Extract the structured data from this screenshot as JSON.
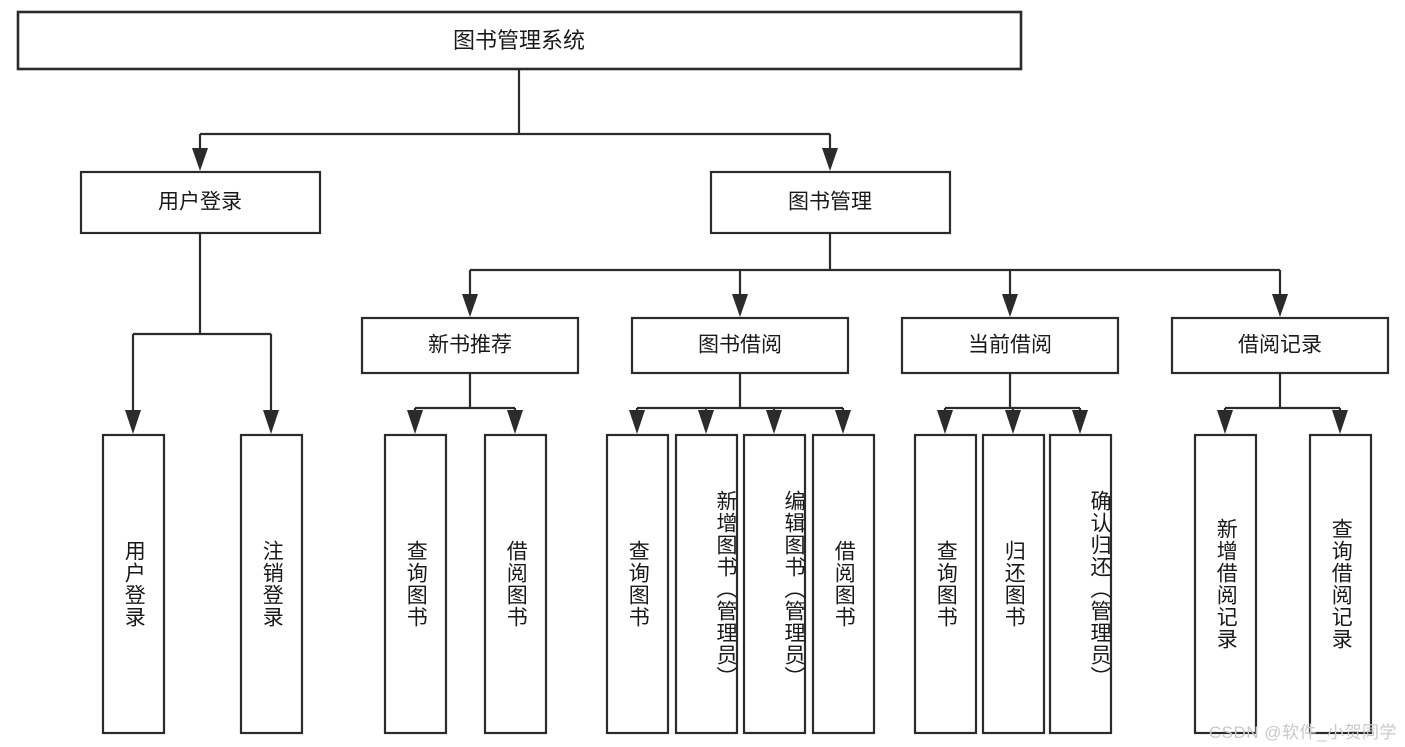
{
  "diagram": {
    "title": "图书管理系统",
    "type": "hierarchy-tree",
    "root": {
      "id": "root",
      "label": "图书管理系统",
      "orientation": "horizontal"
    },
    "level2": [
      {
        "id": "user-login",
        "label": "用户登录",
        "orientation": "horizontal"
      },
      {
        "id": "book-management",
        "label": "图书管理",
        "orientation": "horizontal"
      }
    ],
    "level3": [
      {
        "id": "new-book-recommend",
        "label": "新书推荐",
        "orientation": "horizontal",
        "parent": "book-management"
      },
      {
        "id": "book-borrow",
        "label": "图书借阅",
        "orientation": "horizontal",
        "parent": "book-management"
      },
      {
        "id": "current-borrow",
        "label": "当前借阅",
        "orientation": "horizontal",
        "parent": "book-management"
      },
      {
        "id": "borrow-record",
        "label": "借阅记录",
        "orientation": "horizontal",
        "parent": "book-management"
      }
    ],
    "leaves": {
      "user_login": [
        {
          "id": "leaf-user-login",
          "label": "用户登录"
        },
        {
          "id": "leaf-user-logout",
          "label": "注销登录"
        }
      ],
      "new_book_recommend": [
        {
          "id": "leaf-query-book-1",
          "label": "查询图书"
        },
        {
          "id": "leaf-borrow-book-1",
          "label": "借阅图书"
        }
      ],
      "book_borrow": [
        {
          "id": "leaf-query-book-2",
          "label": "查询图书"
        },
        {
          "id": "leaf-add-book",
          "label": "新增图书（管理员）"
        },
        {
          "id": "leaf-edit-book",
          "label": "编辑图书（管理员）"
        },
        {
          "id": "leaf-borrow-book-2",
          "label": "借阅图书"
        }
      ],
      "current_borrow": [
        {
          "id": "leaf-query-book-3",
          "label": "查询图书"
        },
        {
          "id": "leaf-return-book",
          "label": "归还图书"
        },
        {
          "id": "leaf-confirm-return",
          "label": "确认归还（管理员）"
        }
      ],
      "borrow_record": [
        {
          "id": "leaf-add-record",
          "label": "新增借阅记录"
        },
        {
          "id": "leaf-query-record",
          "label": "查询借阅记录"
        }
      ]
    },
    "colors": {
      "background": "#ffffff",
      "box_stroke": "#2b2b2b",
      "box_fill": "#ffffff",
      "text": "#1a1a1a",
      "connector": "#2b2b2b",
      "watermark": "#c9c9c9"
    }
  },
  "watermark": {
    "text": "CSDN @软件_小贺同学"
  }
}
